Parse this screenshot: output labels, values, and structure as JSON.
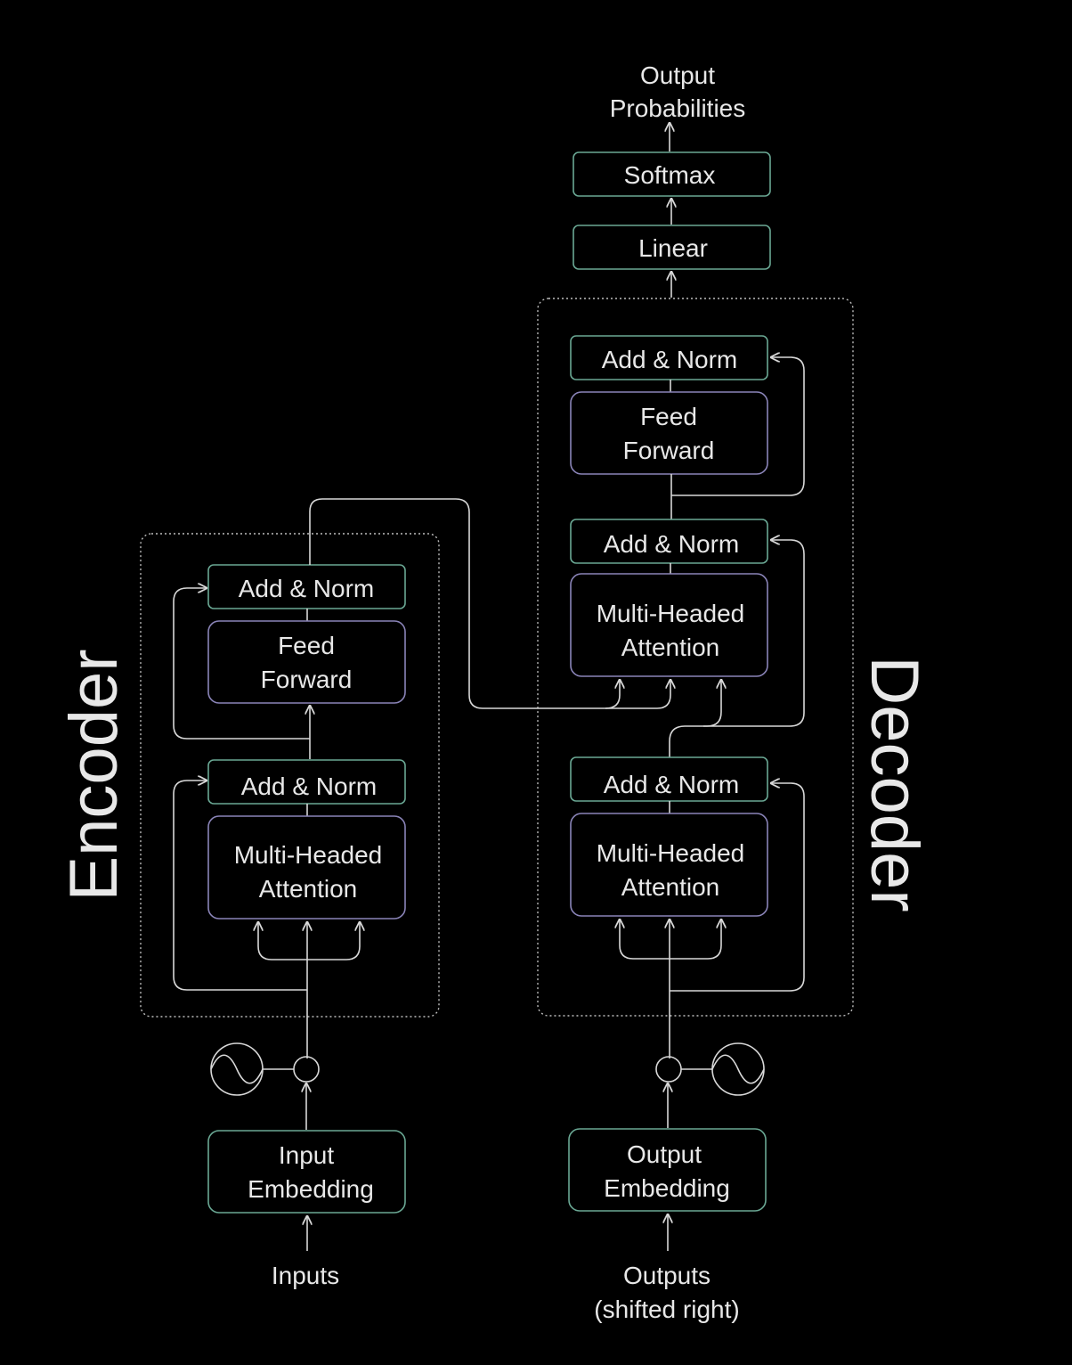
{
  "encoder": {
    "title": "Encoder",
    "add_norm_top": "Add & Norm",
    "feed_forward": [
      "Feed",
      "Forward"
    ],
    "add_norm_bottom": "Add & Norm",
    "attention": [
      "Multi-Headed",
      "Attention"
    ],
    "embedding": [
      "Input",
      "Embedding"
    ],
    "input_label": "Inputs"
  },
  "decoder": {
    "title": "Decoder",
    "add_norm_top": "Add & Norm",
    "feed_forward": [
      "Feed",
      "Forward"
    ],
    "add_norm_middle": "Add & Norm",
    "cross_attention": [
      "Multi-Headed",
      "Attention"
    ],
    "add_norm_bottom": "Add & Norm",
    "self_attention": [
      "Multi-Headed",
      "Attention"
    ],
    "embedding": [
      "Output",
      "Embedding"
    ],
    "output_label": [
      "Outputs",
      "(shifted right)"
    ]
  },
  "head": {
    "softmax": "Softmax",
    "linear": "Linear",
    "probabilities": [
      "Output",
      "Probabilities"
    ]
  }
}
